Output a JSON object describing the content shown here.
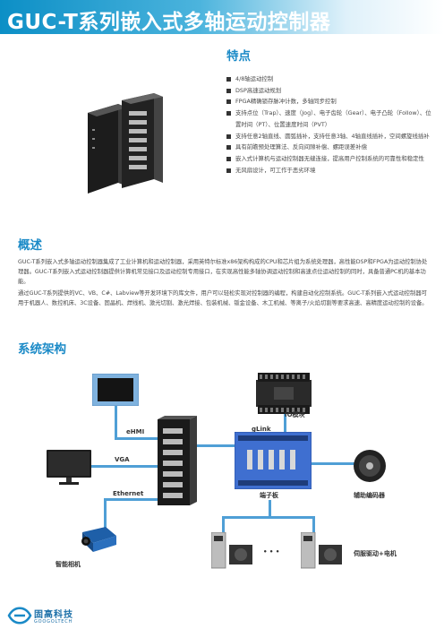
{
  "header": {
    "title": "GUC-T系列嵌入式多轴运动控制器",
    "bg": "#0c8fc6"
  },
  "features": {
    "title": "特点",
    "items": [
      "4/8轴运动控制",
      "DSP高速运动规划",
      "FPGA精确锁存脉冲计数，多轴同步控制",
      "支持点位（Trap）、速度（Jog）、电子齿轮（Gear）、电子凸轮（Follow）、位置时间（PT）、位置速度时间（PVT）",
      "支持任意2轴直线、圆弧插补，支持任意3轴、4轴直线插补，空间螺旋线插补",
      "具有前瞻预处理算法、反向间隙补偿、螺距误差补偿",
      "嵌入式计算机与运动控制器无缝连接，提高用户控制系统的可靠性和稳定性",
      "无风扇设计，可工作于恶劣环境"
    ]
  },
  "overview": {
    "title": "概述",
    "p1": "GUC-T系列嵌入式多轴运动控制器集成了工业计算机和运动控制器，采用英特尔标准x86架构构成的CPU和芯片组为系统处理器，高性能DSP和FPGA为运动控制协处理器。GUC-T系列嵌入式运动控制器提供计算机常见接口及运动控制专用接口，在实现高性能多轴协调运动控制和高速点位运动控制的同时，具备普通PC机的基本功能。",
    "p2": "通过GUC-T系列提供的VC、VB、C#、Labview等开发环境下的库文件，用户可以轻松实现对控制器的编程，构建自动化控制系统。GUC-T系列嵌入式运动控制器可用于机器人、数控机床、3C设备、固晶机、焊线机、激光切割、激光焊接、包装机械、钣金设备、木工机械、等离子/火焰切割等要求高速、高精度运动控制的设备。"
  },
  "architecture": {
    "title": "系统架构",
    "labels": {
      "ehmi": "eHMI",
      "vga": "VGA",
      "ethernet": "Ethernet",
      "glink": "gLink",
      "io": "IO模块",
      "terminal": "端子板",
      "encoder": "辅助编码器",
      "camera": "智能相机",
      "servo": "伺服驱动+电机",
      "dots": "• • •"
    },
    "line_color": "#4f9fd6"
  },
  "footer": {
    "brand_cn": "固高科技",
    "brand_en": "GOOGOLTECH"
  }
}
